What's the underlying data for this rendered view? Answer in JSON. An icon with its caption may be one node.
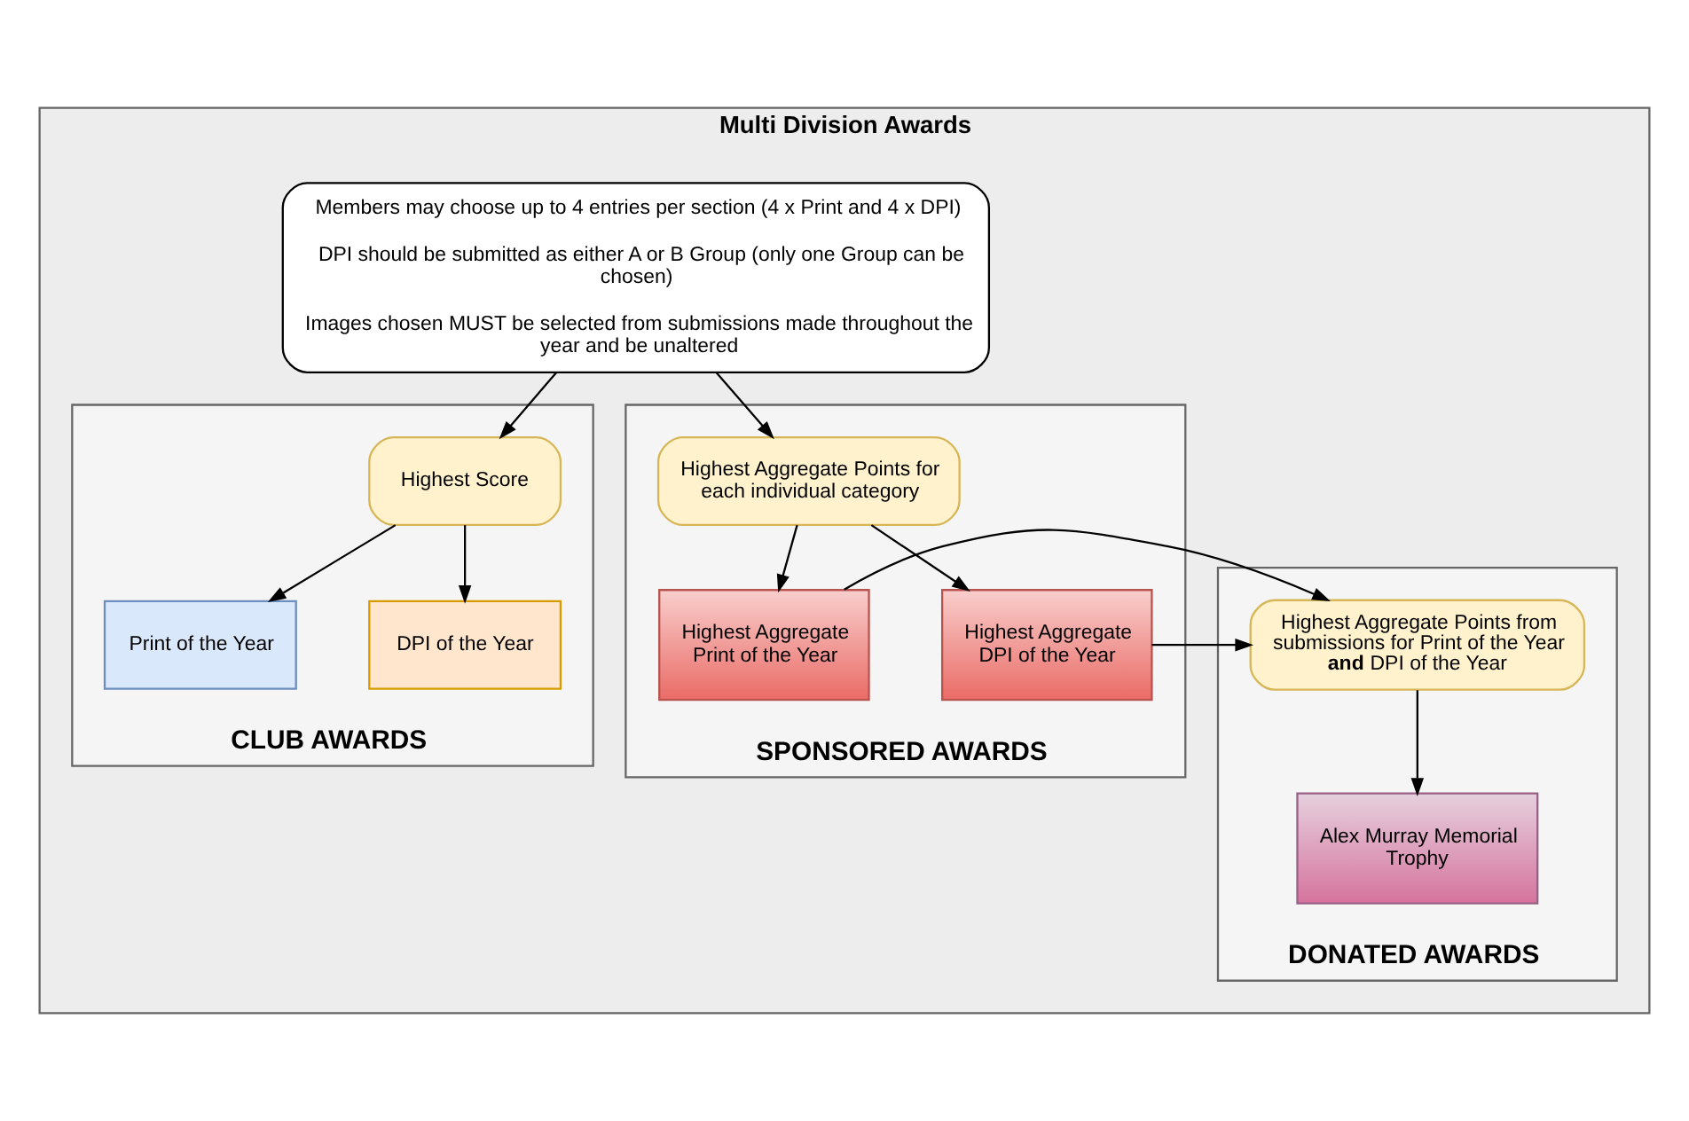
{
  "diagram": {
    "nodes": [
      {
        "text": [
          "Multi Division Awards"
        ]
      },
      {
        "text": [
          "Members may choose up to 4 entries per section (4 x Print and 4 x DPI)",
          "DPI should be submitted as either A or B Group (only one Group can be chosen)",
          "Images chosen MUST be selected from submissions made throughout the year and be unaltered"
        ],
        "in": 0
      },
      {
        "text": [
          "CLUB AWARDS"
        ],
        "in": 0
      },
      {
        "text": [
          "Highest Score"
        ],
        "in": 2
      },
      {
        "text": [
          "Print of the Year"
        ],
        "in": 2
      },
      {
        "text": [
          "DPI of the Year"
        ],
        "in": 2
      },
      {
        "text": [
          "SPONSORED AWARDS"
        ],
        "in": 0
      },
      {
        "text": [
          "Highest Aggregate Points for each individual category"
        ],
        "in": 6
      },
      {
        "text": [
          "Highest Aggregate Print of the Year"
        ],
        "in": 6
      },
      {
        "text": [
          "Highest Aggregate DPI of the Year"
        ],
        "in": 6
      },
      {
        "text": [
          "DONATED AWARDS"
        ],
        "in": 0
      },
      {
        "text": [
          "Highest Aggregate Points from submissions for Print of the Year **and** DPI of the Year"
        ],
        "in": 10
      },
      {
        "text": [
          "Alex Murray Memorial Trophy"
        ],
        "in": 10
      }
    ],
    "edges": [
      {
        "from": 1,
        "to": 3,
        "arrow": "to"
      },
      {
        "from": 1,
        "to": 7,
        "arrow": "to"
      },
      {
        "from": 3,
        "to": 4,
        "arrow": "to"
      },
      {
        "from": 3,
        "to": 5,
        "arrow": "to"
      },
      {
        "from": 7,
        "to": 8,
        "arrow": "to"
      },
      {
        "from": 7,
        "to": 9,
        "arrow": "to"
      },
      {
        "from": 8,
        "to": 11,
        "arrow": "to"
      },
      {
        "from": 9,
        "to": 11,
        "arrow": "to"
      },
      {
        "from": 11,
        "to": 12,
        "arrow": "to"
      }
    ]
  }
}
